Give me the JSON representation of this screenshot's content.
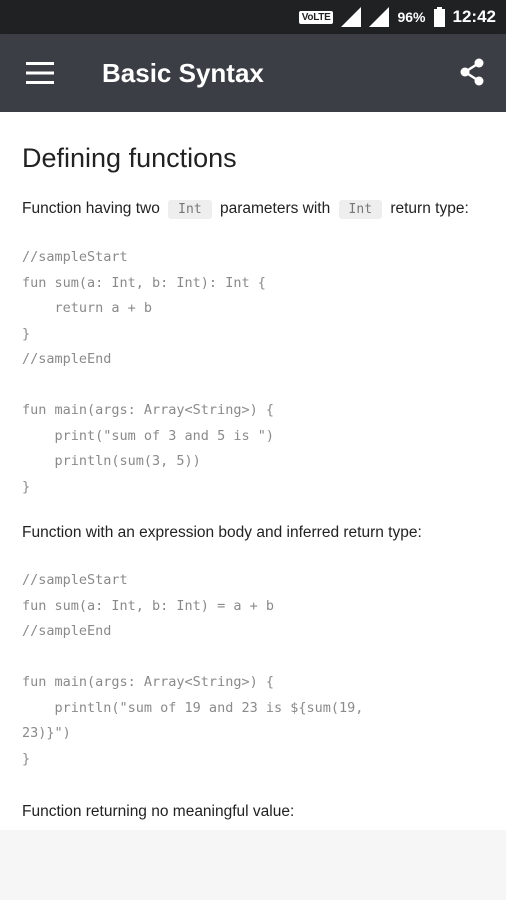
{
  "status_bar": {
    "volte": "VoLTE",
    "battery": "96%",
    "time": "12:42"
  },
  "app_bar": {
    "title": "Basic Syntax",
    "menu_icon": "hamburger-menu-icon",
    "share_icon": "share-icon"
  },
  "content": {
    "heading": "Defining functions",
    "para1": {
      "part1": "Function having two",
      "code1": "Int",
      "part2": "parameters with",
      "code2": "Int",
      "part3": "return type:"
    },
    "code1": "//sampleStart\nfun sum(a: Int, b: Int): Int {\n    return a + b\n}\n//sampleEnd\n\nfun main(args: Array<String>) {\n    print(\"sum of 3 and 5 is \")\n    println(sum(3, 5))\n}",
    "para2": "Function with an expression body and inferred return type:",
    "code2": "//sampleStart\nfun sum(a: Int, b: Int) = a + b\n//sampleEnd\n\nfun main(args: Array<String>) {\n    println(\"sum of 19 and 23 is ${sum(19,\n23)}\")\n}",
    "para3_partial": "Function returning no meaningful value:"
  },
  "colors": {
    "status_bar": "#1f2123",
    "app_bar": "#3b3e44",
    "code_text": "#8a8a8a"
  }
}
